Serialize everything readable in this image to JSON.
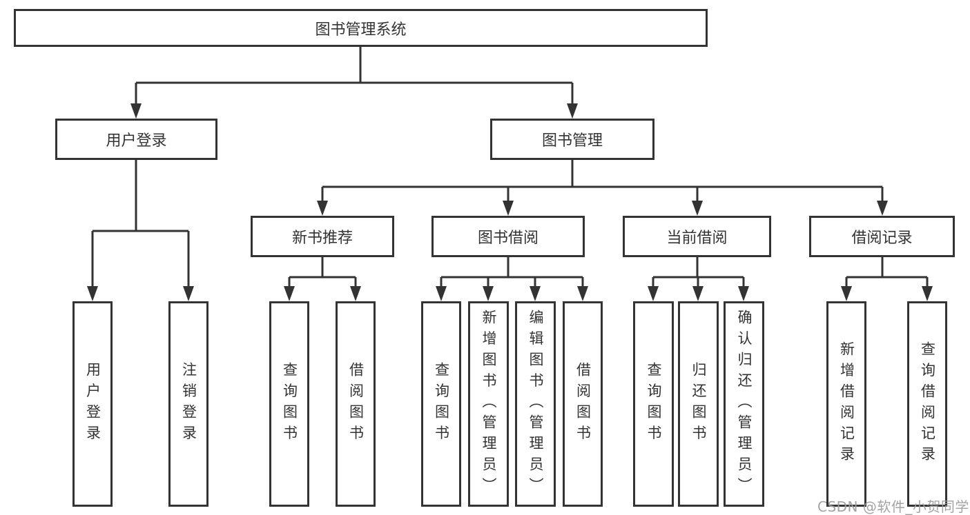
{
  "diagram": {
    "root": {
      "label": "图书管理系统"
    },
    "level2": {
      "user_login": {
        "label": "用户登录"
      },
      "book_mgmt": {
        "label": "图书管理"
      }
    },
    "level3": {
      "new_book": {
        "label": "新书推荐"
      },
      "book_borrow": {
        "label": "图书借阅"
      },
      "current_borrow": {
        "label": "当前借阅"
      },
      "borrow_record": {
        "label": "借阅记录"
      }
    },
    "leaves": {
      "user_login": [
        {
          "label": "用户登录"
        },
        {
          "label": "注销登录"
        }
      ],
      "new_book": [
        {
          "label": "查询图书"
        },
        {
          "label": "借阅图书"
        }
      ],
      "book_borrow": [
        {
          "label": "查询图书"
        },
        {
          "label": "新增图书（管理员）"
        },
        {
          "label": "编辑图书（管理员）"
        },
        {
          "label": "借阅图书"
        }
      ],
      "current_borrow": [
        {
          "label": "查询图书"
        },
        {
          "label": "归还图书"
        },
        {
          "label": "确认归还（管理员）"
        }
      ],
      "borrow_record": [
        {
          "label": "新增借阅记录"
        },
        {
          "label": "查询借阅记录"
        }
      ]
    }
  },
  "watermark": {
    "text": "CSDN @软件_小贺同学"
  },
  "colors": {
    "line": "#333333",
    "text": "#333333",
    "box_background": "#ffffff",
    "background": "#ffffff",
    "watermark": "#9e9e9e"
  }
}
